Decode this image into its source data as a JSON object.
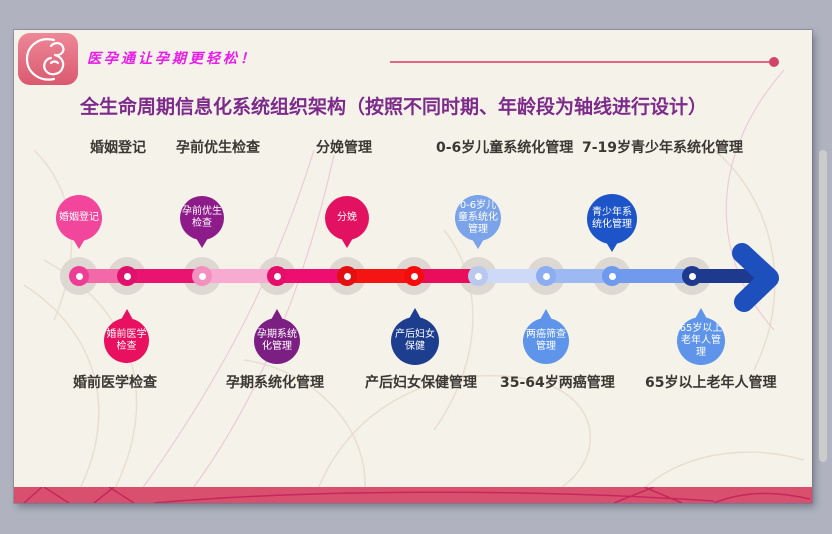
{
  "header": {
    "slogan": "医孕通让孕期更轻松！",
    "slogan_color": "#e81ee8",
    "rule_color": "#e06684",
    "rule_dot_color": "#d14668",
    "logo": {
      "icon": "mother-baby-icon",
      "brand_color": "#e85f76"
    }
  },
  "title": {
    "text": "全生命周期信息化系统组织架构（按照不同时期、年龄段为轴线进行设计）",
    "color": "#7d2b8b"
  },
  "top_labels": [
    "婚姻登记",
    "孕前优生检查",
    "分娩管理",
    "0-6岁儿童系统化管理",
    "7-19岁青少年系统化管理"
  ],
  "bottom_labels": [
    "婚前医学检查",
    "孕期系统化管理",
    "产后妇女保健管理",
    "35-64岁两癌管理",
    "65岁以上老年人管理"
  ],
  "balloons": [
    {
      "label": "婚姻登记",
      "color": "#f2459c"
    },
    {
      "label": "孕前优生\n检查",
      "color": "#8d1b89"
    },
    {
      "label": "分娩",
      "color": "#e31161"
    },
    {
      "label": "0-6岁儿\n童系统化\n管理",
      "color": "#7ba3e9"
    },
    {
      "label": "青少年系\n统化管理",
      "color": "#1d55c9"
    }
  ],
  "drops": [
    {
      "label": "婚前医学\n检查",
      "color": "#e8105f"
    },
    {
      "label": "孕期系统\n化管理",
      "color": "#7b1f82"
    },
    {
      "label": "产后妇女\n保健",
      "color": "#1d3d8f"
    },
    {
      "label": "两癌筛查\n管理",
      "color": "#5e95ea"
    },
    {
      "label": "65岁以上\n老年人管\n理",
      "color": "#5e95ea"
    }
  ],
  "timeline": {
    "segment_colors": [
      "#f268a8",
      "#e91370",
      "#f8abd0",
      "#ee0e6f",
      "#f51414",
      "#ea0d5c",
      "#cdd9f6",
      "#9cb9f3",
      "#7199ee"
    ],
    "node_colors": [
      "#ee3d95",
      "#df116c",
      "#f490c0",
      "#e70d6a",
      "#e21010",
      "#f50d0d",
      "#b9c8ee",
      "#8cadf1",
      "#6d99ee",
      "#1e3a8e"
    ],
    "arrow_bar_color": "#1e3a8e",
    "arrow_chevron_color": "#1e50bd"
  },
  "footer": {
    "band_color": "#d9506f",
    "band_line_color": "#c11d58"
  },
  "slide_bg": "#f5f2e9"
}
